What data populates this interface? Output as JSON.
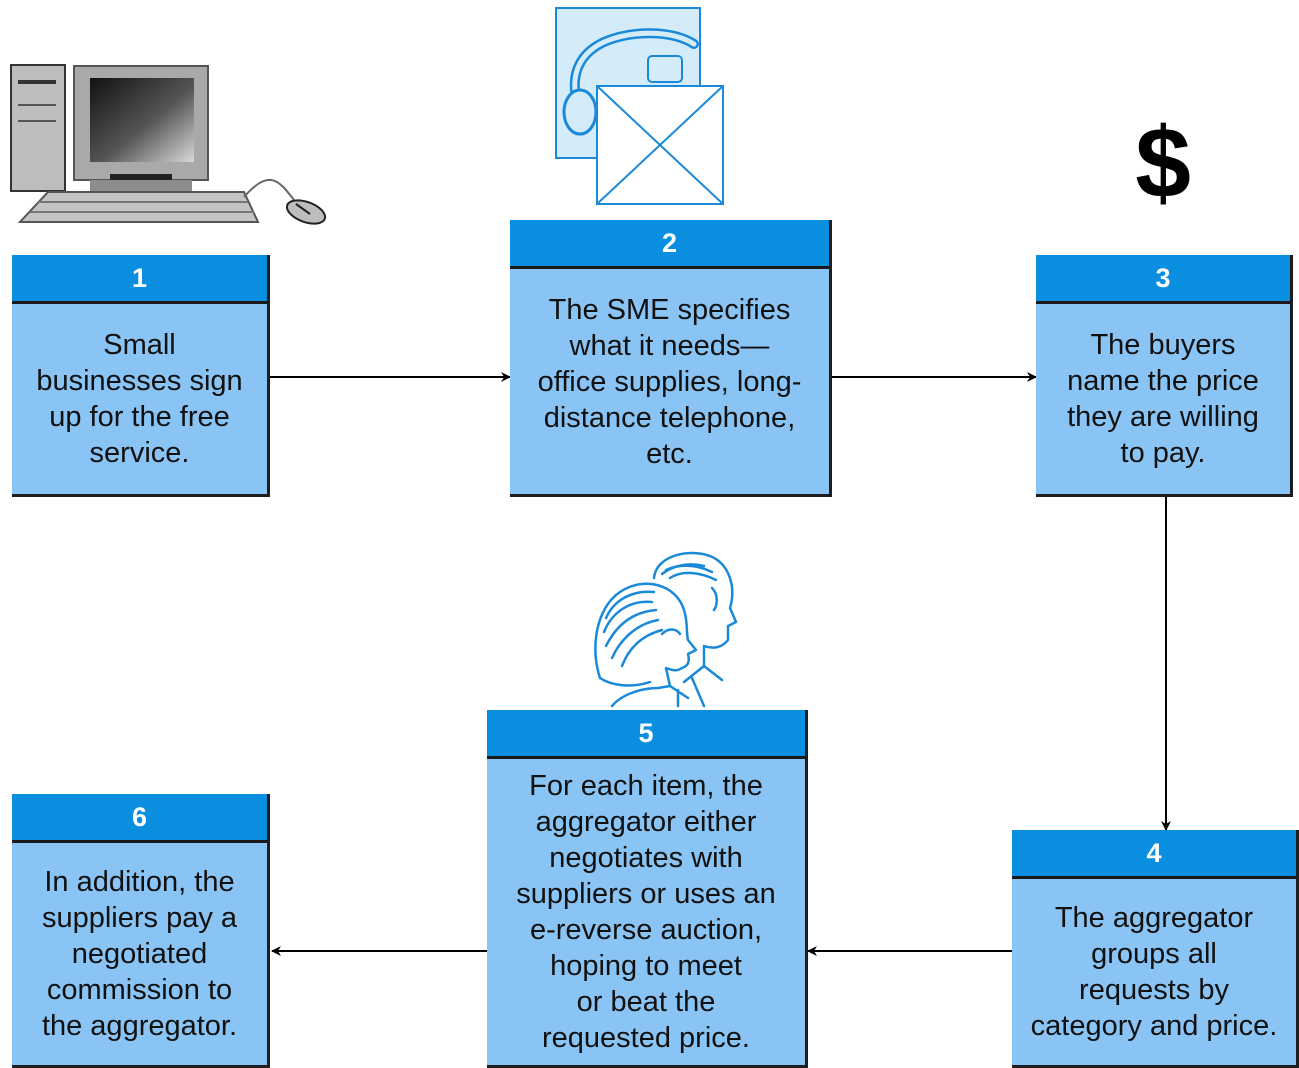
{
  "colors": {
    "header_blue": "#0a8fe0",
    "body_blue": "#89c4f4",
    "icon_blue": "#1a8ad8",
    "arrow": "#000000"
  },
  "icons": {
    "computer": "desktop-computer-icon",
    "mail": "envelope-phone-icon",
    "money": "dollar-sign-icon",
    "people": "people-heads-icon"
  },
  "money_symbol": "$",
  "steps": [
    {
      "number": "1",
      "text": "Small\nbusinesses sign\nup for the free\nservice."
    },
    {
      "number": "2",
      "text": "The SME specifies\nwhat it needs—\noffice supplies, long-\ndistance telephone,\netc."
    },
    {
      "number": "3",
      "text": "The buyers\nname the price\nthey are willing\nto pay."
    },
    {
      "number": "4",
      "text": "The aggregator\ngroups all\nrequests by\ncategory and price."
    },
    {
      "number": "5",
      "text": "For each item, the\naggregator either\nnegotiates with\nsuppliers or uses an\ne-reverse auction,\nhoping to meet\nor beat the\nrequested price."
    },
    {
      "number": "6",
      "text": "In addition, the\nsuppliers pay a\nnegotiated\ncommission to\nthe aggregator."
    }
  ]
}
